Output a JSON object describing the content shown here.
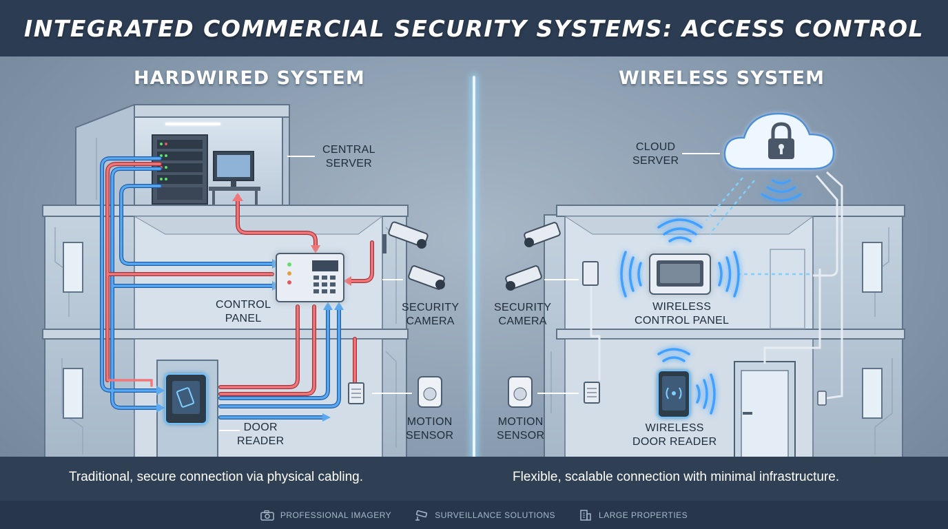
{
  "title": "INTEGRATED COMMERCIAL SECURITY SYSTEMS: ACCESS CONTROL",
  "hardwired": {
    "heading": "HARDWIRED SYSTEM",
    "labels": {
      "central_server": [
        "CENTRAL",
        "SERVER"
      ],
      "control_panel": [
        "CONTROL",
        "PANEL"
      ],
      "security_camera": [
        "SECURITY",
        "CAMERA"
      ],
      "door_reader": [
        "DOOR",
        "READER"
      ],
      "motion_sensor": [
        "MOTION",
        "SENSOR"
      ]
    },
    "caption": "Traditional, secure connection via physical cabling."
  },
  "wireless": {
    "heading": "WIRELESS SYSTEM",
    "labels": {
      "cloud_server": [
        "CLOUD",
        "SERVER"
      ],
      "security_camera": [
        "SECURITY",
        "CAMERA"
      ],
      "wireless_control_panel": [
        "WIRELESS",
        "CONTROL PANEL"
      ],
      "motion_sensor": [
        "MOTION",
        "SENSOR"
      ],
      "wireless_door_reader": [
        "WIRELESS",
        "DOOR READER"
      ]
    },
    "caption": "Flexible, scalable connection with minimal infrastructure."
  },
  "footer": [
    {
      "icon": "camera-icon",
      "label": "PROFESSIONAL IMAGERY"
    },
    {
      "icon": "cctv-icon",
      "label": "SURVEILLANCE SOLUTIONS"
    },
    {
      "icon": "building-icon",
      "label": "LARGE PROPERTIES"
    }
  ],
  "colors": {
    "header_bg": "#2c3c52",
    "red_cable": "#e0585c",
    "blue_cable": "#3f8fe0",
    "wireless_glow": "#3fa0ff"
  }
}
